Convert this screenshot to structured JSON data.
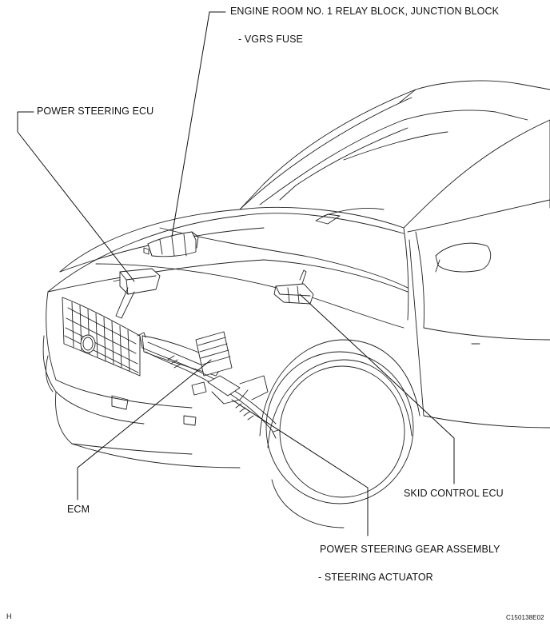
{
  "labels": {
    "engine_room_relay_block": "ENGINE ROOM NO. 1 RELAY BLOCK, JUNCTION BLOCK",
    "vgrs_fuse": "- VGRS FUSE",
    "power_steering_ecu": "POWER STEERING ECU",
    "skid_control_ecu": "SKID CONTROL ECU",
    "ecm": "ECM",
    "power_steering_gear_assembly": "POWER STEERING GEAR ASSEMBLY",
    "steering_actuator": "- STEERING ACTUATOR"
  },
  "corner_marks": {
    "left": "H",
    "right": "C150138E02"
  }
}
